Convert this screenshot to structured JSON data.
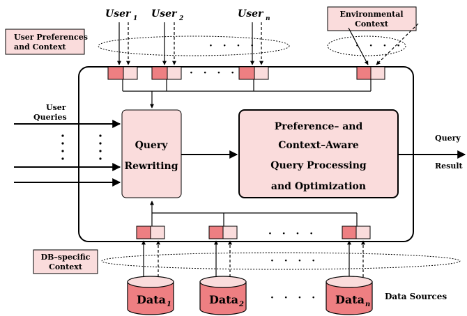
{
  "users": {
    "u1_main": "User",
    "u1_sub": "1",
    "u2_main": "User",
    "u2_sub": "2",
    "un_main": "User",
    "un_sub": "n",
    "dots": "· · · ·"
  },
  "env_context": {
    "line1": "Environmental",
    "line2": "Context",
    "dots": "· · · ·"
  },
  "user_pref": {
    "line1": "User Preferences",
    "line2": "and Context"
  },
  "mid_dots": "· · · ·",
  "user_queries": {
    "line1": "User",
    "line2": "Queries"
  },
  "query_rewriting": {
    "line1": "Query",
    "line2": "Rewriting"
  },
  "processing": {
    "line1": "Preference– and",
    "line2": "Context–Aware",
    "line3": "Query Processing",
    "line4": "and Optimization"
  },
  "query_result": {
    "line1": "Query",
    "line2": "Result"
  },
  "db_context": {
    "line1": "DB–specific",
    "line2": "Context"
  },
  "bottom_dots": "· · · ·",
  "ellipse_dots": "· · · ·",
  "data": {
    "d1_main": "Data",
    "d1_sub": "1",
    "d2_main": "Data",
    "d2_sub": "2",
    "dn_main": "Data",
    "dn_sub": "n",
    "dots": "· · · ·"
  },
  "data_sources": "Data Sources",
  "colors": {
    "box_fill": "#fadcdc",
    "queue_dark": "#ee7f82",
    "queue_light": "#fadcdc",
    "cyl_top": "#fadcdc",
    "cyl_body": "#ee7f82"
  }
}
